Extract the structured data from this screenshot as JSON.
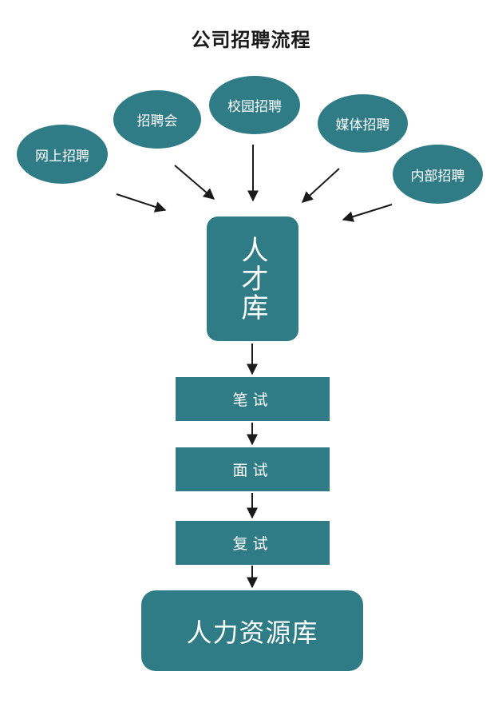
{
  "title": "公司招聘流程",
  "channels": [
    {
      "label": "网上招聘"
    },
    {
      "label": "招聘会"
    },
    {
      "label": "校园招聘"
    },
    {
      "label": "媒体招聘"
    },
    {
      "label": "内部招聘"
    }
  ],
  "talent_pool": {
    "label": "人才库"
  },
  "steps": [
    {
      "label": "笔试"
    },
    {
      "label": "面试"
    },
    {
      "label": "复试"
    }
  ],
  "hr_pool": {
    "label": "人力资源库"
  },
  "colors": {
    "node_fill": "#2f7c86",
    "node_text": "#ffffff",
    "arrow": "#1a1a1a",
    "title_text": "#1a1a1a"
  }
}
